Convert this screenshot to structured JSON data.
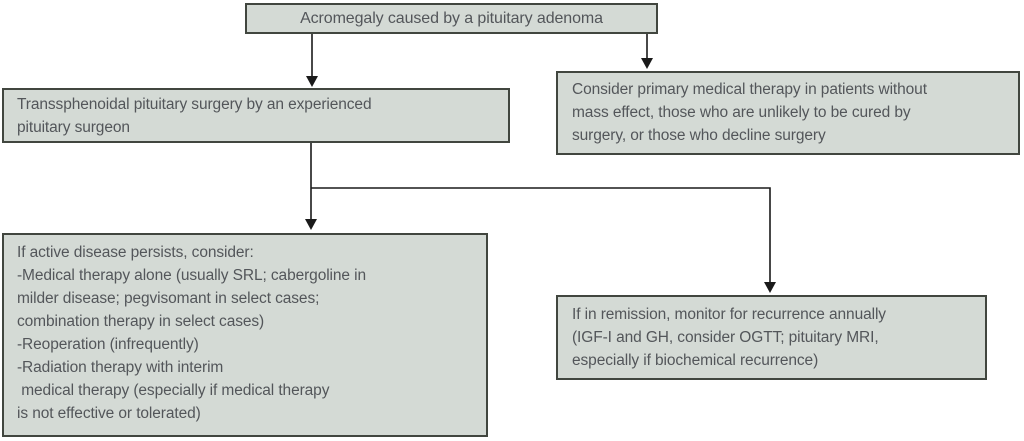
{
  "diagram": {
    "type": "flowchart",
    "nodes": {
      "start": {
        "id": "start",
        "text": "Acromegaly caused by a pituitary adenoma"
      },
      "surgery": {
        "id": "surgery",
        "text": "Transsphenoidal pituitary surgery by an experienced\npituitary surgeon"
      },
      "primary_medical": {
        "id": "primary_medical",
        "text": "Consider primary medical therapy in patients without\nmass effect, those who are unlikely to be cured by\nsurgery, or those who decline surgery"
      },
      "active_disease": {
        "id": "active_disease",
        "text": "If active disease persists, consider:\n-Medical therapy alone (usually SRL; cabergoline in\nmilder disease; pegvisomant in select cases;\ncombination therapy in select cases)\n-Reoperation (infrequently)\n-Radiation therapy with interim\n medical therapy (especially if medical therapy\nis not effective or tolerated)"
      },
      "remission": {
        "id": "remission",
        "text": "If in remission, monitor for recurrence annually\n(IGF-I and GH, consider OGTT; pituitary MRI,\nespecially if biochemical recurrence)"
      }
    },
    "edges": [
      {
        "from": "start",
        "to": "surgery"
      },
      {
        "from": "start",
        "to": "primary_medical"
      },
      {
        "from": "surgery",
        "to": "active_disease"
      },
      {
        "from": "surgery",
        "to": "remission"
      }
    ],
    "colors": {
      "node_fill": "#d4dad5",
      "node_border": "#41463f",
      "text": "#53565a",
      "connector": "#1a1a1a",
      "background": "#ffffff"
    }
  }
}
